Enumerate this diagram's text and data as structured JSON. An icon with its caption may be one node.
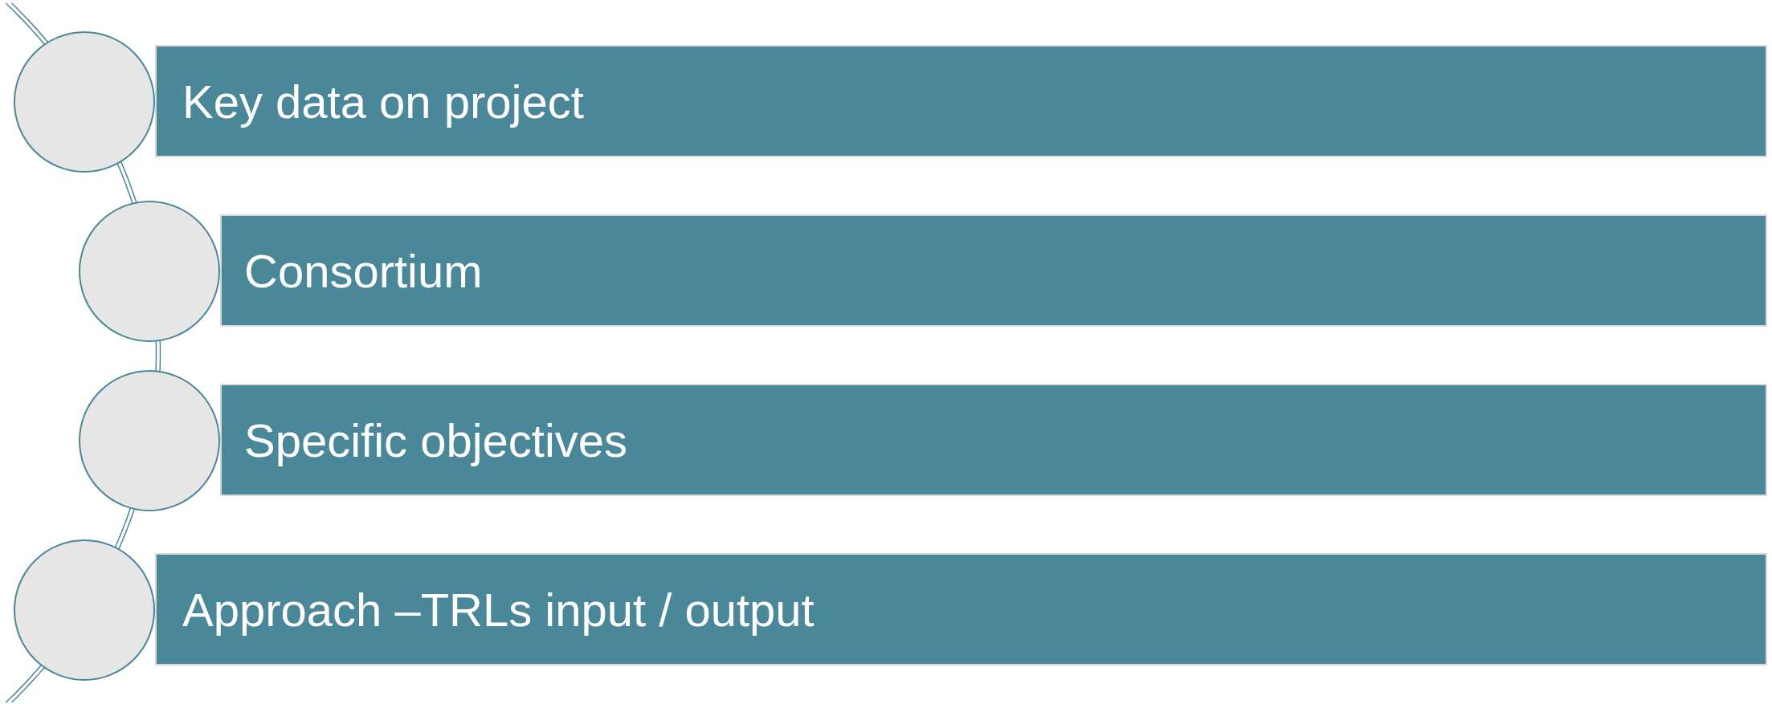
{
  "diagram": {
    "nodes": [
      {
        "text": [
          "Key data on project"
        ]
      },
      {
        "text": [
          "Consortium"
        ]
      },
      {
        "text": [
          "Specific objectives"
        ]
      },
      {
        "text": [
          "Approach –TRLs input / output"
        ]
      },
      {
        "text": [],
        "shape": "circle"
      },
      {
        "text": [],
        "shape": "circle"
      },
      {
        "text": [],
        "shape": "circle"
      },
      {
        "text": [],
        "shape": "circle"
      }
    ]
  }
}
